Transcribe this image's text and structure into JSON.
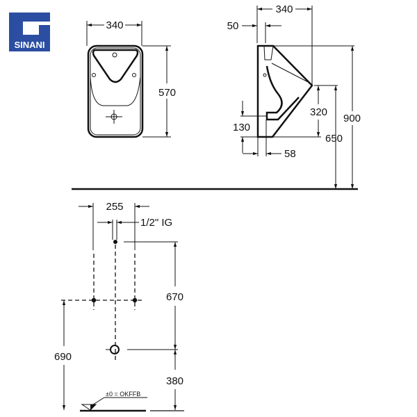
{
  "brand": {
    "name": "SINANI",
    "color": "#2b4ea2"
  },
  "front_view": {
    "width": "340",
    "height": "570"
  },
  "side_view": {
    "depth": "340",
    "offset_top": "50",
    "lip_height": "320",
    "outlet_height": "130",
    "outlet_depth": "58",
    "rim_height": "650",
    "total_height": "900"
  },
  "installation": {
    "hole_spacing": "255",
    "inlet": "1/2\" IG",
    "inlet_to_drain": "670",
    "drain_height": "380",
    "hole_height": "690",
    "floor_label": "±0 = OKFFB"
  }
}
